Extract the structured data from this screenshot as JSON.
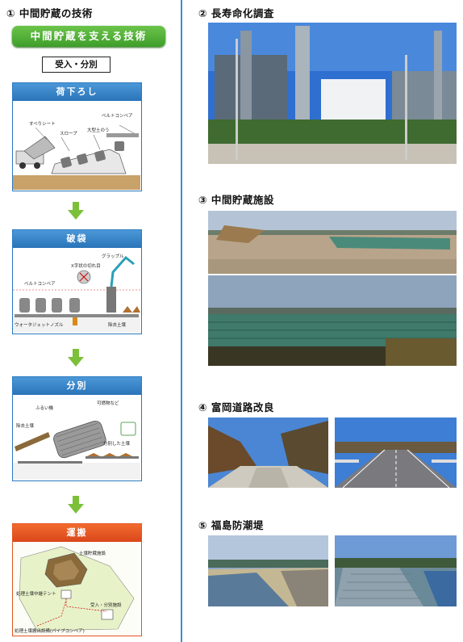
{
  "left": {
    "section_title": "① 中間貯蔵の技術",
    "banner": "中間貯蔵を支える技術",
    "subheading": "受入・分別",
    "panels": [
      {
        "title": "荷下ろし",
        "labels": [
          "ベルトコンベア",
          "すべりシート",
          "スロープ",
          "大型土のう"
        ]
      },
      {
        "title": "破袋",
        "labels": [
          "グラップル",
          "X字状の切れ目",
          "ベルトコンベア",
          "ウォータジェットノズル",
          "除去土壌"
        ]
      },
      {
        "title": "分別",
        "labels": [
          "可燃物など",
          "ふるい機",
          "除去土壌",
          "分別した土壌"
        ]
      },
      {
        "title": "運搬",
        "labels": [
          "土壌貯蔵施設",
          "処理土壌中継テント",
          "受入・分別施設",
          "処理土壌搬出設備(パイプコンベア)"
        ]
      }
    ]
  },
  "right": {
    "sections": [
      {
        "title": "② 長寿命化調査",
        "photo": "plant-photo"
      },
      {
        "title": "③ 中間貯蔵施設",
        "photo": "storage-facility-photos"
      },
      {
        "title": "④ 富岡道路改良",
        "photo": "road-photos"
      },
      {
        "title": "⑤ 福島防潮堤",
        "photo": "seawall-photos"
      }
    ]
  },
  "colors": {
    "divider": "#3a8fd0",
    "panel_blue": "#2a79bf",
    "panel_orange": "#e4541e",
    "banner_green": "#4caf33",
    "arrow_green": "#7cc03a"
  }
}
